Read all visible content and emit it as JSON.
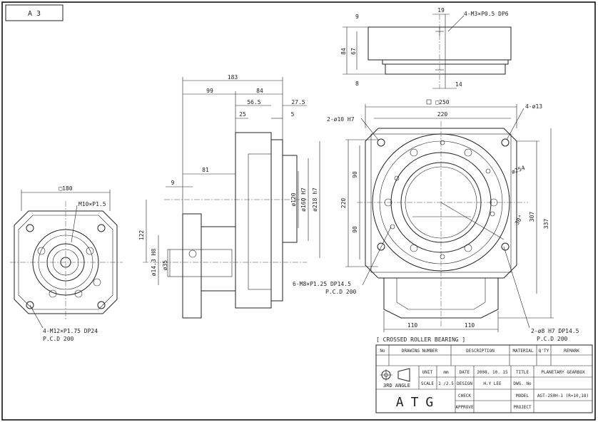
{
  "sheet": {
    "tag": "A 3",
    "bearing_note": "[ CROSSED ROLLER BEARING ]"
  },
  "front_view": {
    "square": "□180",
    "tap": "M10×P1.5",
    "holes": "4-M12×P1.75 DP24",
    "pcd": "P.C.D 200"
  },
  "side_view": {
    "d183": "183",
    "d99": "99",
    "d84": "84",
    "d56_5": "56.5",
    "d27_5": "27.5",
    "d25": "25",
    "d5": "5",
    "d81": "81",
    "d9": "9",
    "d122": "122",
    "dia35": "ø35",
    "dia14_3": "ø14.3 H8",
    "dia120": "ø120",
    "dia160": "ø160 H7",
    "dia218": "ø218 h7"
  },
  "top_view": {
    "d19": "19",
    "taps": "4-M3×P0.5 DP6",
    "d9": "9",
    "d84": "84",
    "d67": "67",
    "d8": "8",
    "d14": "14"
  },
  "plan_view": {
    "square": "□250",
    "d220": "220",
    "pins": "2-ø10 H7",
    "holes": "4-ø13",
    "dia254": "ø254",
    "d90a": "90",
    "d90b": "90",
    "d220v": "220",
    "d307": "307",
    "d337": "337",
    "angle": "30°",
    "taps": "6-M8×P1.25 DP14.5",
    "pcd": "P.C.D 200",
    "d110a": "110",
    "d110b": "110",
    "pins2": "2-ø8 H7 DP14.5",
    "pcd2": "P.C.D 200"
  },
  "title_block": {
    "h_no": "No",
    "h_drawing": "DRAWING NUMBER",
    "h_desc": "DESCRIPTION",
    "h_material": "MATERIAL",
    "h_qty": "Q'TY",
    "h_remark": "REMARK",
    "unit_label": "UNIT",
    "unit_value": "mm",
    "scale_label": "SCALE",
    "scale_value": "1 /2.5",
    "date_label": "DATE",
    "date_value": "2008. 10. 15",
    "design_label": "DESIGN",
    "design_value": "H.Y LEE",
    "check_label": "CHECK",
    "approve_label": "APPROVE",
    "title_label": "TITLE",
    "title_value": "PLANETARY GEARBOX",
    "dwg_label": "DWG. No",
    "model_label": "MODEL",
    "model_value": "AGT-250H-1 (R=10,18)",
    "project_label": "PROJECT",
    "angle": "3RD ANGLE",
    "logo": "ATG"
  }
}
